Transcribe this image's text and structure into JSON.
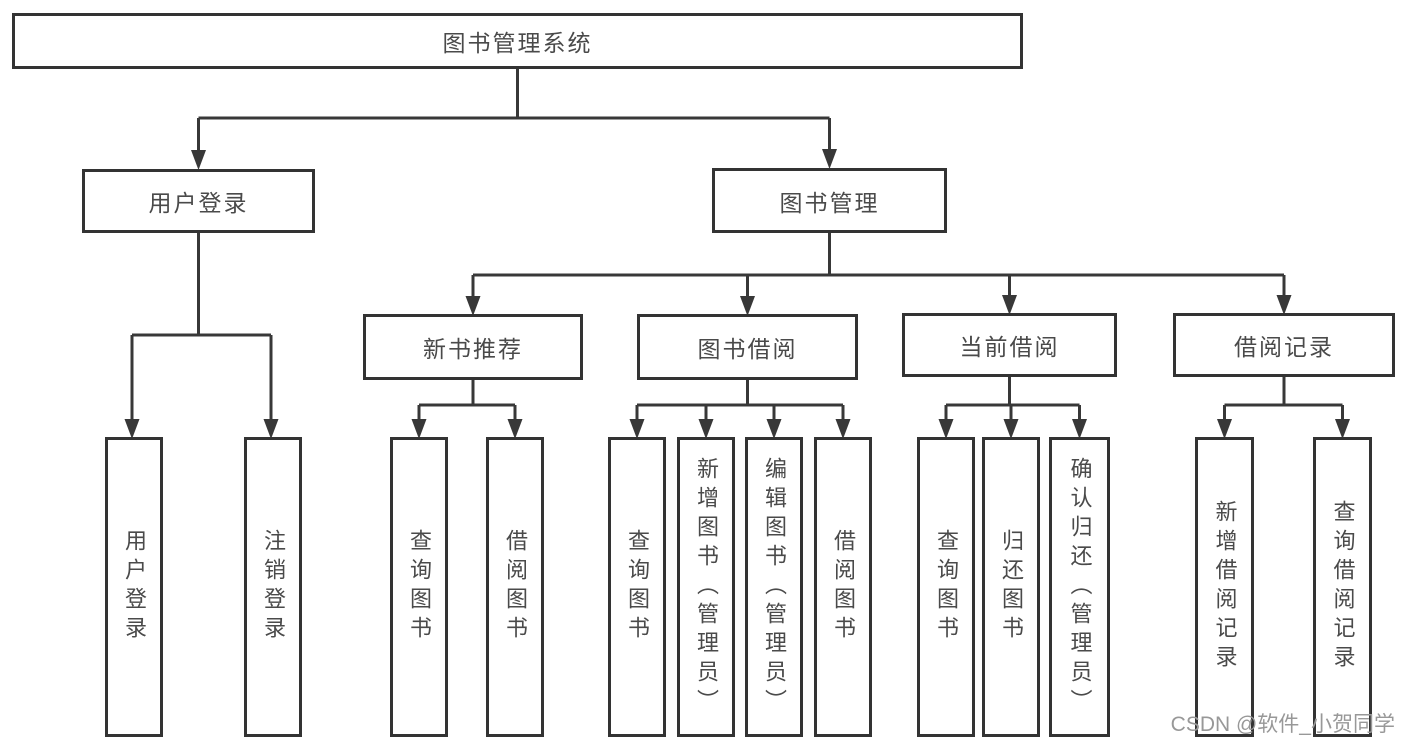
{
  "diagram": {
    "nodes": {
      "root": "图书管理系统",
      "user_login": "用户登录",
      "book_management": "图书管理",
      "new_book_recommend": "新书推荐",
      "book_borrowing": "图书借阅",
      "current_borrowing": "当前借阅",
      "borrowing_records": "借阅记录",
      "user_login_leaf": "用户登录",
      "logout_leaf": "注销登录",
      "query_book_1": "查询图书",
      "borrow_book_1": "借阅图书",
      "query_book_2": "查询图书",
      "add_book_admin": "新增图书（管理员）",
      "edit_book_admin": "编辑图书（管理员）",
      "borrow_book_2": "借阅图书",
      "query_book_3": "查询图书",
      "return_book": "归还图书",
      "confirm_return_admin": "确认归还（管理员）",
      "add_borrow_record": "新增借阅记录",
      "query_borrow_record": "查询借阅记录"
    }
  },
  "watermark": {
    "text": "CSDN @软件_小贺同学"
  },
  "colors": {
    "line": "#383838",
    "border": "#333333",
    "text": "#4a4a4a",
    "background": "#ffffff",
    "watermark": "#989898"
  }
}
